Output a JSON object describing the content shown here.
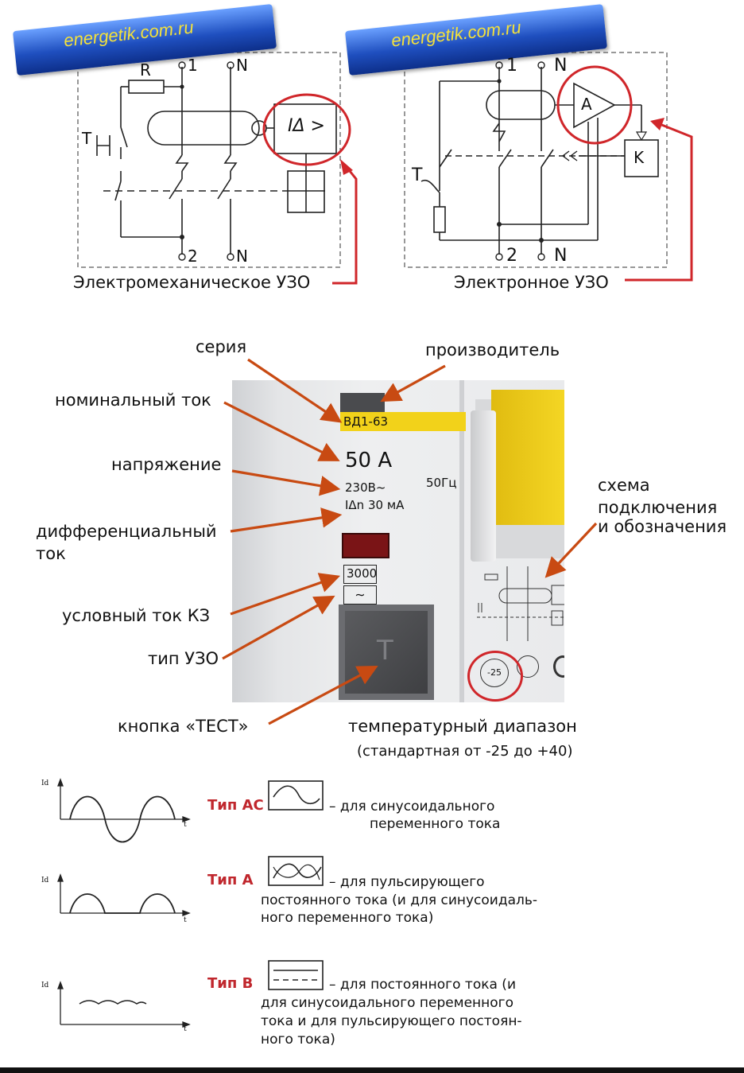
{
  "banners": {
    "left": "energetik.com.ru",
    "right": "energetik.com.ru"
  },
  "schematic_left": {
    "caption": "Электромеханическое УЗО",
    "labels": {
      "r": "R",
      "t": "T",
      "top1": "1",
      "topn": "N",
      "bot2": "2",
      "botn": "N",
      "sensor": "IΔ >"
    }
  },
  "schematic_right": {
    "caption": "Электронное УЗО",
    "labels": {
      "a": "A",
      "k": "K",
      "t": "T",
      "top1": "1",
      "topn": "N",
      "bot2": "2",
      "botn": "N"
    }
  },
  "device": {
    "labels": {
      "series": "серия",
      "manufacturer": "производитель",
      "nominal": "номинальный ток",
      "voltage": "напряжение",
      "diff1": "дифференциальный",
      "diff2": "ток",
      "scheme1": "схема",
      "scheme2": "подключения",
      "scheme3": "и обозначения",
      "short": "условный ток КЗ",
      "type": "тип УЗО",
      "test": "кнопка «ТЕСТ»",
      "temp": "температурный диапазон",
      "temp_note": "(стандартная от -25 до +40)"
    },
    "plate": {
      "model": "ВД1-63",
      "current": "50 А",
      "voltage": "230В~",
      "diff": "IΔn 30 мА",
      "freq": "50Гц",
      "ks": "3000",
      "test_letter": "T",
      "temp_mark": "-25"
    }
  },
  "types": [
    {
      "name": "Тип AC",
      "lines": [
        "– для синусоидального",
        "переменного тока"
      ],
      "axis_y": "Id",
      "axis_x": "t"
    },
    {
      "name": "Тип А",
      "lines": [
        "– для пульсирующего",
        "постоянного тока (и для синусоидаль-",
        "ного переменного тока)"
      ],
      "axis_y": "Id",
      "axis_x": "t"
    },
    {
      "name": "Тип B",
      "lines": [
        "– для постоянного тока (и",
        "для синусоидального переменного",
        "тока и для пульсирующего постоян-",
        "ного тока)"
      ],
      "axis_y": "Id",
      "axis_x": "t"
    }
  ],
  "colors": {
    "accent_red": "#d0262a",
    "arrow_orange": "#c84a12",
    "banner_blue": "#1f4fbf",
    "banner_text": "#f5e23a",
    "yellow": "#f2d21a"
  }
}
